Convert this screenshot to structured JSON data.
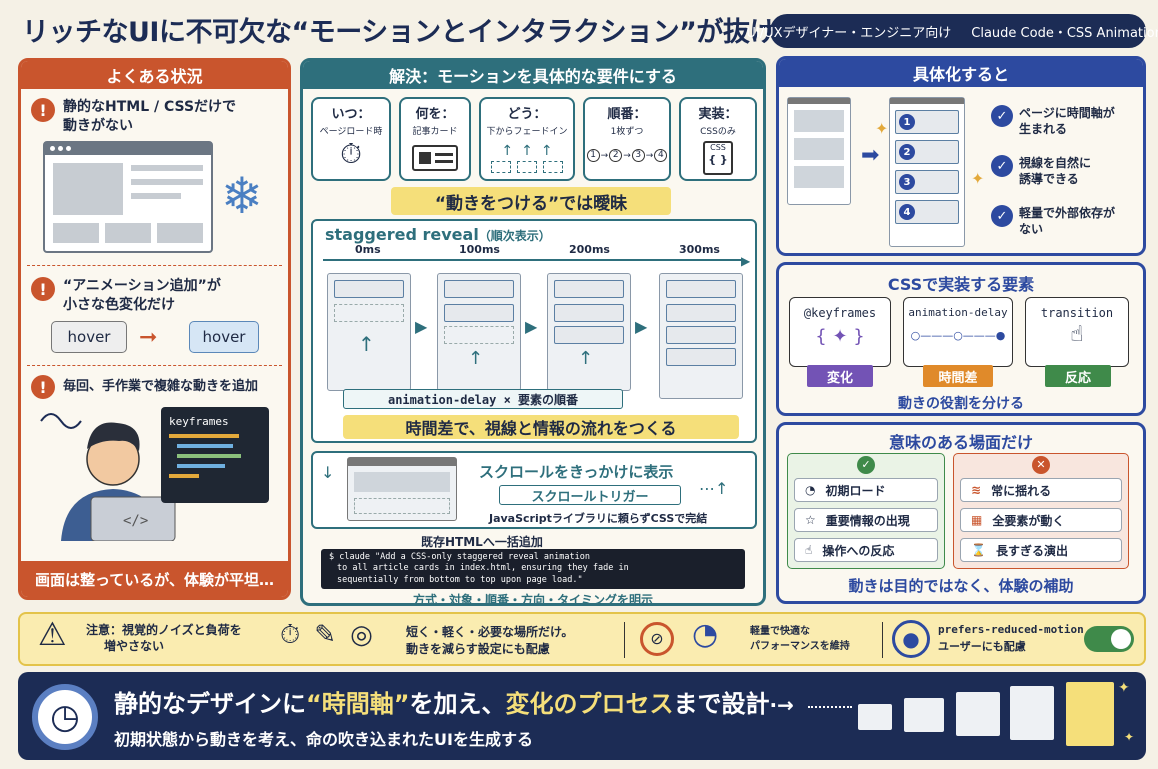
{
  "header": {
    "title": "リッチなUIに不可欠な“モーションとインタラクション”が抜け落ちる",
    "tag_left": "UI/UXデザイナー・エンジニア向け",
    "tag_right": "Claude Code・CSS Animations"
  },
  "left": {
    "title": "よくある状況",
    "item1": [
      "静的なHTML / CSSだけで",
      "動きがない"
    ],
    "item2": [
      "“アニメーション追加”が",
      "小さな色変化だけ"
    ],
    "hover_a": "hover",
    "hover_b": "hover",
    "item3": "毎回、手作業で複雑な動きを追加",
    "code_title": "keyframes",
    "footer": "画面は整っているが、体験が平坦…"
  },
  "middle": {
    "title": "解決：モーションを具体的な要件にする",
    "cols": [
      {
        "h": "いつ：",
        "s": "ページロード時"
      },
      {
        "h": "何を：",
        "s": "記事カード"
      },
      {
        "h": "どう：",
        "s": "下からフェードイン"
      },
      {
        "h": "順番：",
        "s": "1枚ずつ"
      },
      {
        "h": "実装：",
        "s": "CSSのみ"
      }
    ],
    "seq": [
      "1",
      "2",
      "3",
      "4"
    ],
    "css_badge": "CSS",
    "vague": "“動きをつける”では曖昧",
    "stag_title": "staggered reveal",
    "stag_sub": "（順次表示）",
    "times": [
      "0ms",
      "100ms",
      "200ms",
      "300ms"
    ],
    "delay_label": "animation-delay × 要素の順番",
    "stag_footer": "時間差で、視線と情報の流れをつくる",
    "scroll_title": "スクロールをきっかけに表示",
    "scroll_trigger": "スクロールトリガー",
    "scroll_note": "JavaScriptライブラリに頼らずCSSで完結",
    "bulk_title": "既存HTMLへ一括追加",
    "cmd": [
      "$ claude \"Add a CSS-only staggered reveal animation",
      "to all article cards in index.html, ensuring they fade in",
      "sequentially from bottom to top upon page load.\""
    ],
    "cmd_footer": "方式・対象・順番・方向・タイミングを明示"
  },
  "right": {
    "title": "具体化すると",
    "nums": [
      "1",
      "2",
      "3",
      "4"
    ],
    "checks": [
      [
        "ページに時間軸が",
        "生まれる"
      ],
      [
        "視線を自然に",
        "誘導できる"
      ],
      [
        "軽量で外部依存が",
        "ない"
      ]
    ],
    "css_title": "CSSで実装する要素",
    "elems": [
      {
        "name": "@keyframes",
        "glyph": "{ ✦ }",
        "tag": "変化"
      },
      {
        "name": "animation-delay",
        "glyph": "○———○———●",
        "tag": "時間差"
      },
      {
        "name": "transition",
        "glyph": "☝",
        "tag": "反応"
      }
    ],
    "css_footer": "動きの役割を分ける",
    "mean_title": "意味のある場面だけ",
    "good": [
      "初期ロード",
      "重要情報の出現",
      "操作への反応"
    ],
    "bad": [
      "常に揺れる",
      "全要素が動く",
      "長すぎる演出"
    ],
    "mean_footer": "動きは目的ではなく、体験の補助"
  },
  "notice": {
    "label": [
      "注意：視覚的ノイズと負荷を",
      "増やさない"
    ],
    "text": [
      "短く・軽く・必要な場所だけ。",
      "動きを減らす設定にも配慮"
    ],
    "perf": [
      "軽量で快適な",
      "パフォーマンスを維持"
    ],
    "rm": [
      "prefers-reduced-motion",
      "ユーザーにも配慮"
    ]
  },
  "bottom": {
    "line1_a": "静的なデザインに",
    "line1_b": "“時間軸”",
    "line1_c": "を加え、",
    "line1_d": "変化のプロセス",
    "line1_e": "まで設計",
    "arrow": "·→",
    "line2": "初期状態から動きを考え、命の吹き込まれたUIを生成する"
  },
  "colors": {
    "navy": "#1c2c55",
    "red": "#c9552d",
    "teal": "#2e6f7c",
    "blue": "#2d4aa0",
    "yellow": "#f5df7a",
    "purple": "#7353b5",
    "orange": "#e08a2a",
    "green": "#3f8a4a"
  }
}
